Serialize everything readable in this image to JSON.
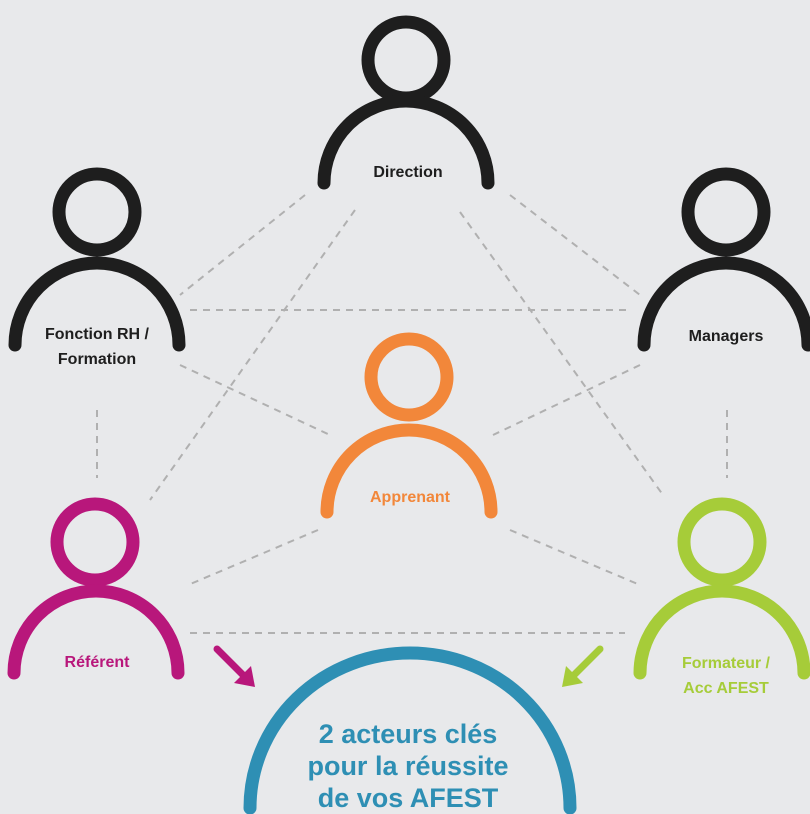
{
  "colors": {
    "background": "#e8e9eb",
    "dark": "#1e1e1e",
    "orange": "#f2873a",
    "magenta": "#b8177b",
    "green": "#a6cc39",
    "blue": "#2e8fb4",
    "connector": "#b0b0b0"
  },
  "actors": {
    "direction": {
      "line1": "Direction"
    },
    "rh": {
      "line1": "Fonction RH /",
      "line2": "Formation"
    },
    "managers": {
      "line1": "Managers"
    },
    "apprenant": {
      "line1": "Apprenant"
    },
    "referent": {
      "line1": "Référent"
    },
    "formateur": {
      "line1": "Formateur /",
      "line2": "Acc AFEST"
    }
  },
  "key_message": {
    "line1": "2 acteurs clés",
    "line2": "pour la réussite",
    "line3": "de vos AFEST"
  }
}
